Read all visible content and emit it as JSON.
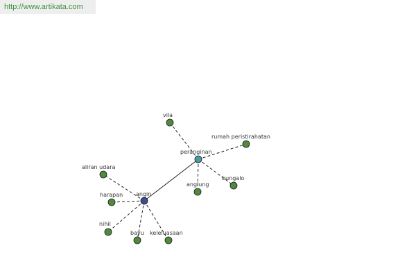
{
  "watermark": {
    "text": "http://www.artikata.com"
  },
  "colors": {
    "core_node": "#3d4e8c",
    "hub_node": "#4a9aa0",
    "leaf_node": "#4f8a3e",
    "watermark_text": "#3f8f3f",
    "watermark_bg": "#eeeeee"
  },
  "nodes": [
    {
      "id": "angin",
      "label": "angin",
      "kind": "core"
    },
    {
      "id": "peranginan",
      "label": "peranginan",
      "kind": "hub"
    },
    {
      "id": "vila",
      "label": "vila",
      "kind": "leaf"
    },
    {
      "id": "rumah",
      "label": "rumah peristirahatan",
      "kind": "leaf"
    },
    {
      "id": "anglung",
      "label": "anglung",
      "kind": "leaf"
    },
    {
      "id": "bungalo",
      "label": "bungalo",
      "kind": "leaf"
    },
    {
      "id": "aliran",
      "label": "aliran udara",
      "kind": "leaf"
    },
    {
      "id": "harapan",
      "label": "harapan",
      "kind": "leaf"
    },
    {
      "id": "nihil",
      "label": "nihil",
      "kind": "leaf"
    },
    {
      "id": "bayu",
      "label": "bayu",
      "kind": "leaf"
    },
    {
      "id": "keleluasaan",
      "label": "keleluasaan",
      "kind": "leaf"
    }
  ],
  "edges": [
    {
      "from": "angin",
      "to": "peranginan",
      "style": "solid"
    },
    {
      "from": "peranginan",
      "to": "vila",
      "style": "dashed"
    },
    {
      "from": "peranginan",
      "to": "rumah",
      "style": "dashed"
    },
    {
      "from": "peranginan",
      "to": "anglung",
      "style": "dashed"
    },
    {
      "from": "peranginan",
      "to": "bungalo",
      "style": "dashed"
    },
    {
      "from": "angin",
      "to": "aliran",
      "style": "dashed"
    },
    {
      "from": "angin",
      "to": "harapan",
      "style": "dashed"
    },
    {
      "from": "angin",
      "to": "nihil",
      "style": "dashed"
    },
    {
      "from": "angin",
      "to": "bayu",
      "style": "dashed"
    },
    {
      "from": "angin",
      "to": "keleluasaan",
      "style": "dashed"
    }
  ]
}
